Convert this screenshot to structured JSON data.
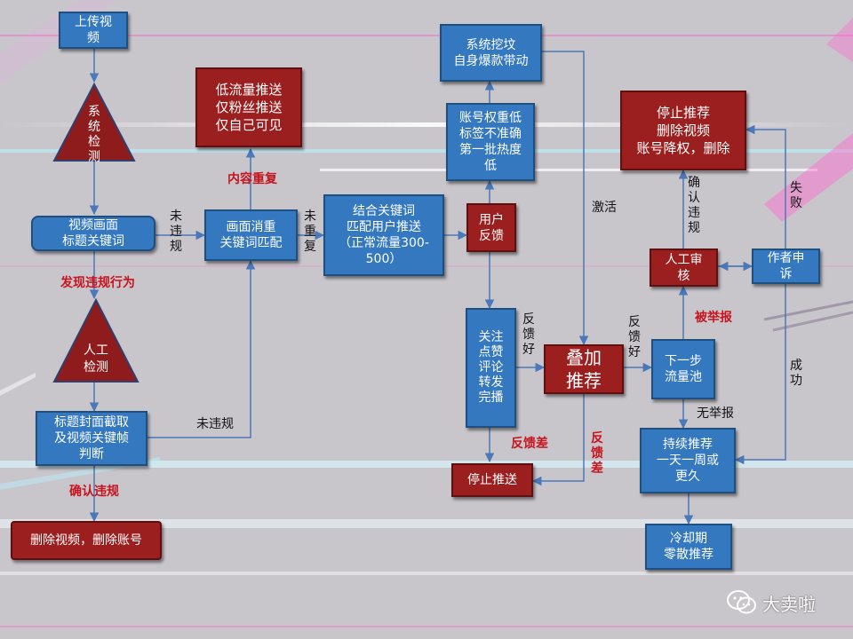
{
  "nodes": {
    "upload": "上传视\n频",
    "sys_check": "系\n统\n检\n测",
    "video_title": "视频画面\n标题关键词",
    "manual_check": "人工\n检测",
    "cover_frame": "标题封面截取\n及视频关键帧\n判断",
    "delete": "删除视频，删除账号",
    "low_flow": "低流量推送\n仅粉丝推送\n仅自己可见",
    "dedup": "画面消重\n关键词匹配",
    "match_push": "结合关键词\n匹配用户推送\n（正常流量300-\n500）",
    "user_feedback": "用户\n反馈",
    "low_weight": "账号权重低\n标签不准确\n第一批热度\n低",
    "sys_mine": "系统挖坟\n自身爆款带动",
    "engage": "关注\n点赞\n评论\n转发\n完播",
    "stack": "叠加\n推荐",
    "stop_push": "停止推送",
    "next_pool": "下一步\n流量池",
    "keep_push": "持续推荐\n一天一周或\n更久",
    "cooldown": "冷却期\n零散推荐",
    "manual_review": "人工审\n核",
    "appeal": "作者申\n诉",
    "stop_rec": "停止推荐\n删除视频\n账号降权，删除"
  },
  "labels": {
    "not_violate_1": "未\n违\n规",
    "not_dup": "未\n重\n复",
    "found_violation": "发现违规行为",
    "not_violate_2": "未违规",
    "confirm_violation": "确认违规",
    "content_dup": "内容重复",
    "activate": "激活",
    "fb_good_1": "反\n馈\n好",
    "fb_good_2": "反\n馈\n好",
    "fb_bad_1": "反馈差",
    "fb_bad_2": "反\n馈\n差",
    "reported": "被举报",
    "not_reported": "无举报",
    "confirm_v": "确\n认\n违\n规",
    "fail": "失\n败",
    "success": "成\n功"
  },
  "watermark": {
    "text": "大卖啦",
    "icon": "wechat-icon"
  },
  "colors": {
    "blue": "#3478c0",
    "red": "#9b1f1f",
    "triangle": "#8e1c1c",
    "arrow": "#4a78b8",
    "warning": "#c8141e"
  }
}
